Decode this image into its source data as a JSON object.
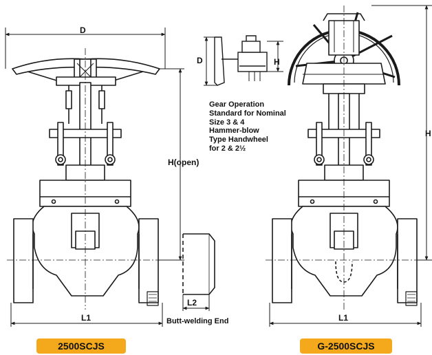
{
  "dimensions": {
    "d_left": "D",
    "d_gear": "D",
    "h_gear": "H",
    "h_open": "H(open)",
    "h_right": "H",
    "l1_left": "L1",
    "l1_right": "L1",
    "l2": "L2"
  },
  "gear_note": {
    "lines": [
      "Gear Operation",
      "Standard for Nominal",
      "Size 3 & 4",
      "Hammer-blow",
      "Type Handwheel",
      "for 2 & 2½"
    ]
  },
  "butt_welding_label": "Butt-welding End",
  "models": {
    "left": "2500SCJS",
    "right": "G-2500SCJS"
  },
  "colors": {
    "badge": "#f4a81c",
    "line": "#1a1a1a"
  }
}
